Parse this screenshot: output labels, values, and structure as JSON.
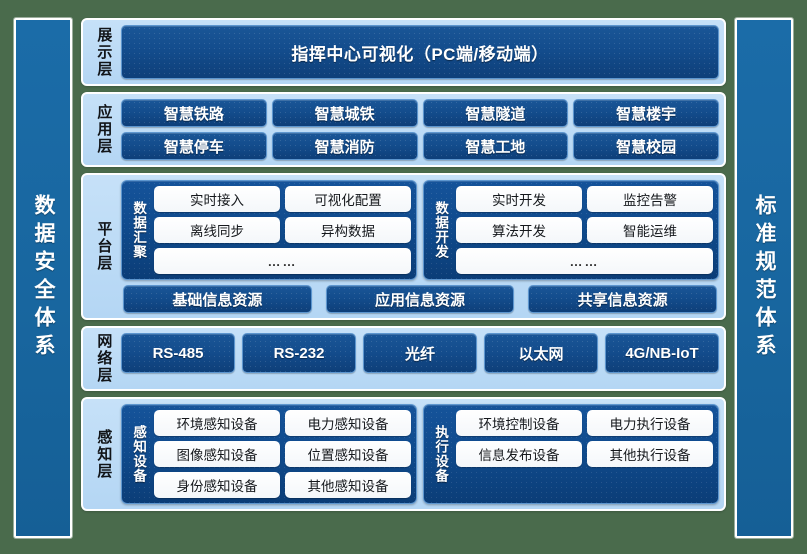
{
  "left_sidebar": {
    "title": "数据安全体系"
  },
  "right_sidebar": {
    "title": "标准规范体系"
  },
  "layers": {
    "display": {
      "label": "展示层",
      "bar": "指挥中心可视化（PC端/移动端）"
    },
    "application": {
      "label": "应用层",
      "tiles": [
        "智慧铁路",
        "智慧城铁",
        "智慧隧道",
        "智慧楼宇",
        "智慧停车",
        "智慧消防",
        "智慧工地",
        "智慧校园"
      ]
    },
    "platform": {
      "label": "平台层",
      "groups": [
        {
          "title": "数据汇聚",
          "items": [
            "实时接入",
            "可视化配置",
            "离线同步",
            "异构数据"
          ],
          "ellipsis": "……"
        },
        {
          "title": "数据开发",
          "items": [
            "实时开发",
            "监控告警",
            "算法开发",
            "智能运维"
          ],
          "ellipsis": "……"
        }
      ],
      "resources": [
        "基础信息资源",
        "应用信息资源",
        "共享信息资源"
      ]
    },
    "network": {
      "label": "网络层",
      "tiles": [
        "RS-485",
        "RS-232",
        "光纤",
        "以太网",
        "4G/NB-IoT"
      ]
    },
    "perception": {
      "label": "感知层",
      "groups": [
        {
          "title": "感知设备",
          "items": [
            "环境感知设备",
            "电力感知设备",
            "图像感知设备",
            "位置感知设备",
            "身份感知设备",
            "其他感知设备"
          ]
        },
        {
          "title": "执行设备",
          "items": [
            "环境控制设备",
            "电力执行设备",
            "信息发布设备",
            "其他执行设备"
          ]
        }
      ]
    }
  },
  "colors": {
    "background": "#4a6b4c",
    "sidebar": "#1b6ca8",
    "panel": "#bfdcf5",
    "tile": "#134a8e",
    "group": "#0f4a8c",
    "chip": "#ffffff"
  }
}
